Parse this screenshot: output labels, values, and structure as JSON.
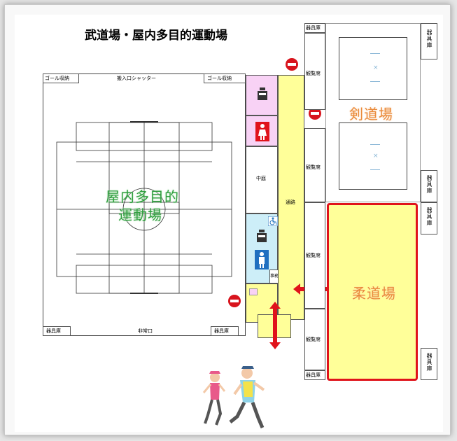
{
  "title": "武道場・屋内多目的運動場",
  "main_hall": {
    "name_line1": "屋内多目的",
    "name_line2": "運動場",
    "goal_storage_left": "ゴール収納",
    "shutter": "搬入口シャッター",
    "goal_storage_right": "ゴール収納",
    "equipment_left": "器具庫",
    "emergency_exit": "非常口",
    "equipment_right": "器具庫"
  },
  "center": {
    "courtyard": "中庭",
    "corridor": "通路",
    "office": "事務室"
  },
  "right": {
    "equipment_top": "器具庫",
    "equipment_top_right": "器具庫",
    "kendo": "剣道場",
    "judo": "柔道場",
    "spectator_1": "観覧席",
    "spectator_2": "観覧席",
    "spectator_3": "観覧席",
    "spectator_4": "観覧席",
    "equipment_mid_right": "器具庫",
    "equipment_mid_right2": "器具庫",
    "equipment_bottom_right": "器具庫",
    "equipment_bottom": "器具庫"
  },
  "colors": {
    "corridor": "#ffff99",
    "womens_room": "#f8d2f5",
    "mens_room": "#cdeef8",
    "arrow": "#e0131b",
    "judo_border": "#e0131b",
    "hall_name": "#2e9e3e",
    "dojo_name": "#ea8a3a"
  },
  "icons": [
    "no-entry-icon",
    "locker-icon",
    "woman-icon",
    "man-icon",
    "wheelchair-icon",
    "double-arrow-icon",
    "runners-illustration"
  ]
}
